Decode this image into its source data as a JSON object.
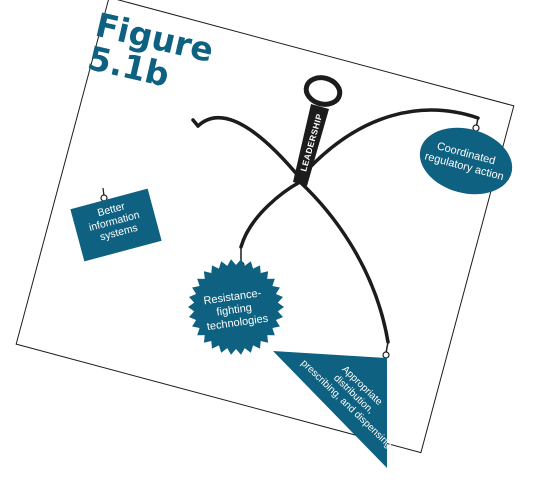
{
  "figure": {
    "title_line1": "Figure",
    "title_line2": "5.1b"
  },
  "mobile": {
    "handle_label": "LEADERSHIP",
    "items": {
      "coordinated": "Coordinated regulatory action",
      "better_info": "Better information systems",
      "resistance": "Resistance-fighting technologies",
      "appropriate": "Appropriate distribution, prescribing, and dispensing"
    },
    "lines": {
      "coordinated": [
        "Coordinated",
        "regulatory action"
      ],
      "better_info": [
        "Better",
        "information",
        "systems"
      ],
      "resistance": [
        "Resistance-",
        "fighting",
        "technologies"
      ],
      "appropriate": [
        "Appropriate",
        "distribution,",
        "prescribing, and dispensing"
      ]
    }
  },
  "colors": {
    "accent": "#0e6181",
    "outline": "#1c1c1c",
    "text_on_accent": "#ffffff"
  }
}
